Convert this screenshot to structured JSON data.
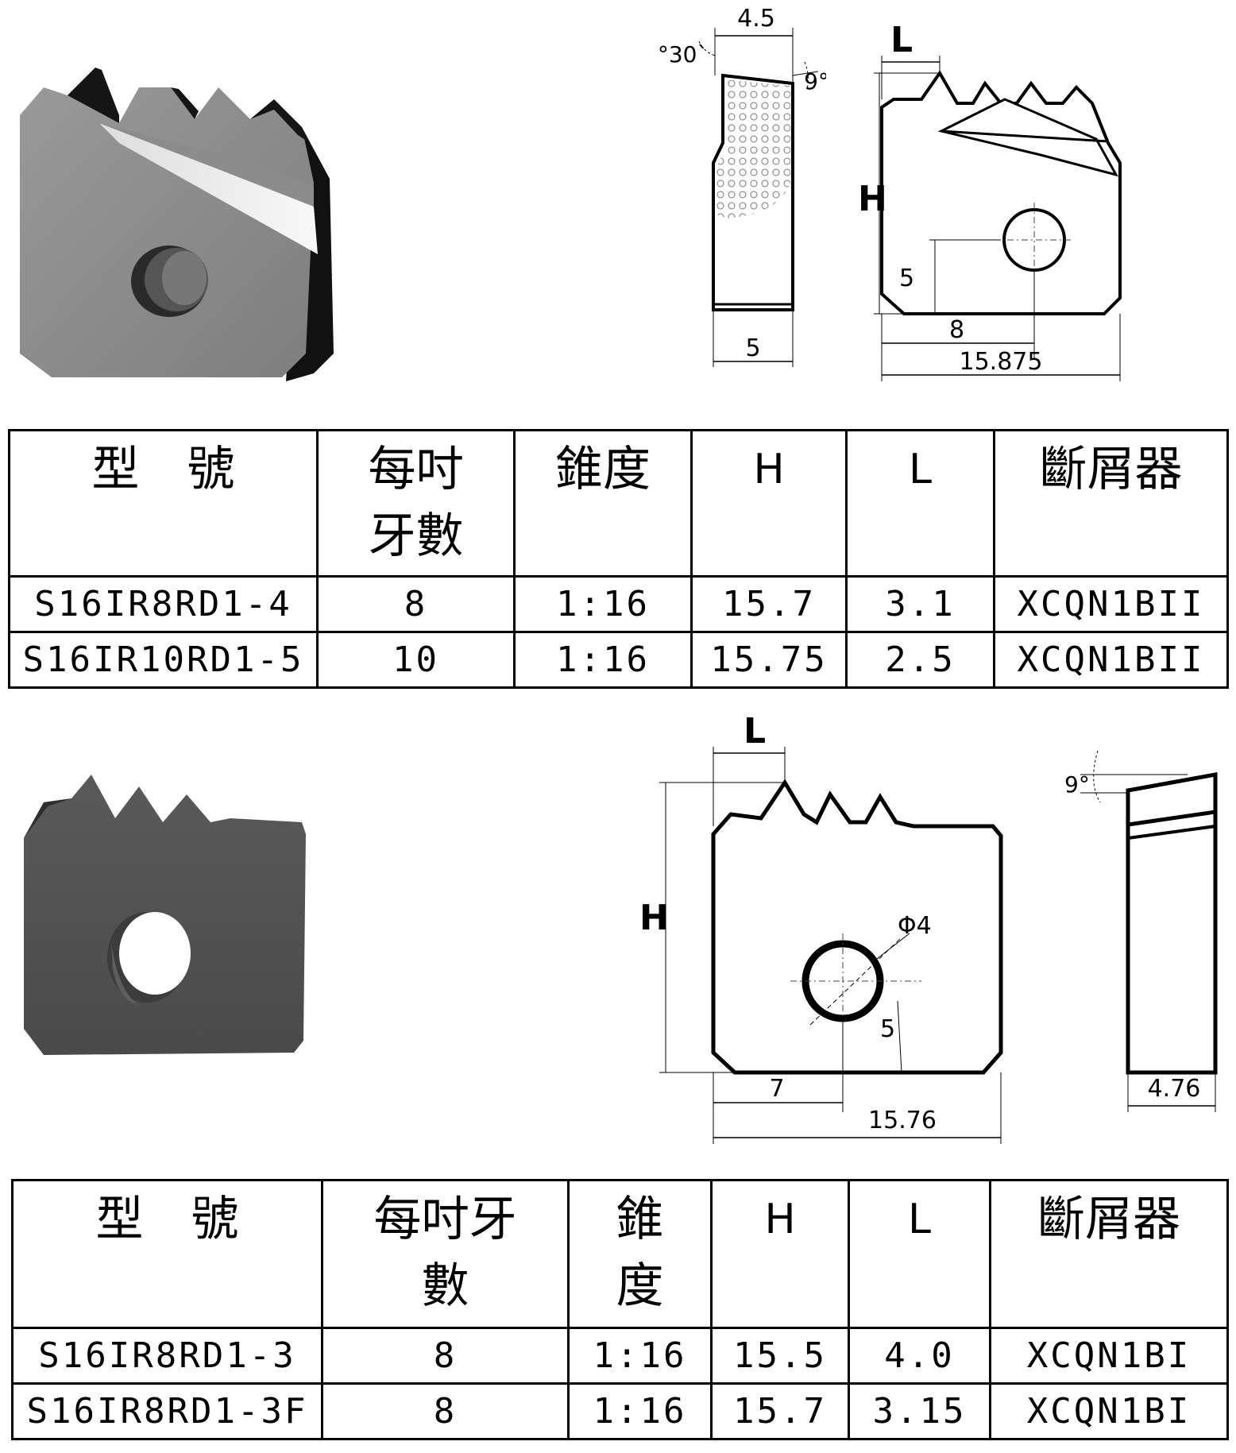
{
  "section1": {
    "side_view": {
      "top_width": "4.5",
      "relief_angle": "3°30`",
      "rake_angle": "9°",
      "bottom_width": "5"
    },
    "front_view": {
      "tooth_pitch": "L",
      "height": "H",
      "hole_height": "5",
      "hole_offset": "8",
      "width": "15.875"
    },
    "table": {
      "headers": [
        "型　號",
        "每吋\n牙數",
        "錐度",
        "H",
        "L",
        "斷屑器"
      ],
      "rows": [
        [
          "S16IR8RD1-4",
          "8",
          "1:16",
          "15.7",
          "3.1",
          "XCQN1BII"
        ],
        [
          "S16IR10RD1-5",
          "10",
          "1:16",
          "15.75",
          "2.5",
          "XCQN1BII"
        ]
      ]
    }
  },
  "section2": {
    "front_view": {
      "tooth_pitch": "L",
      "height": "H",
      "hole_diameter": "Φ4",
      "hole_height": "5",
      "hole_offset": "7",
      "width": "15.76"
    },
    "side_view": {
      "rake_angle": "9°",
      "thickness": "4.76"
    },
    "table": {
      "headers": [
        "型　號",
        "每吋牙\n數",
        "錐\n度",
        "H",
        "L",
        "斷屑器"
      ],
      "rows": [
        [
          "S16IR8RD1-3",
          "8",
          "1:16",
          "15.5",
          "4.0",
          "XCQN1BI"
        ],
        [
          "S16IR8RD1-3F",
          "8",
          "1:16",
          "15.7",
          "3.15",
          "XCQN1BI"
        ]
      ]
    }
  }
}
